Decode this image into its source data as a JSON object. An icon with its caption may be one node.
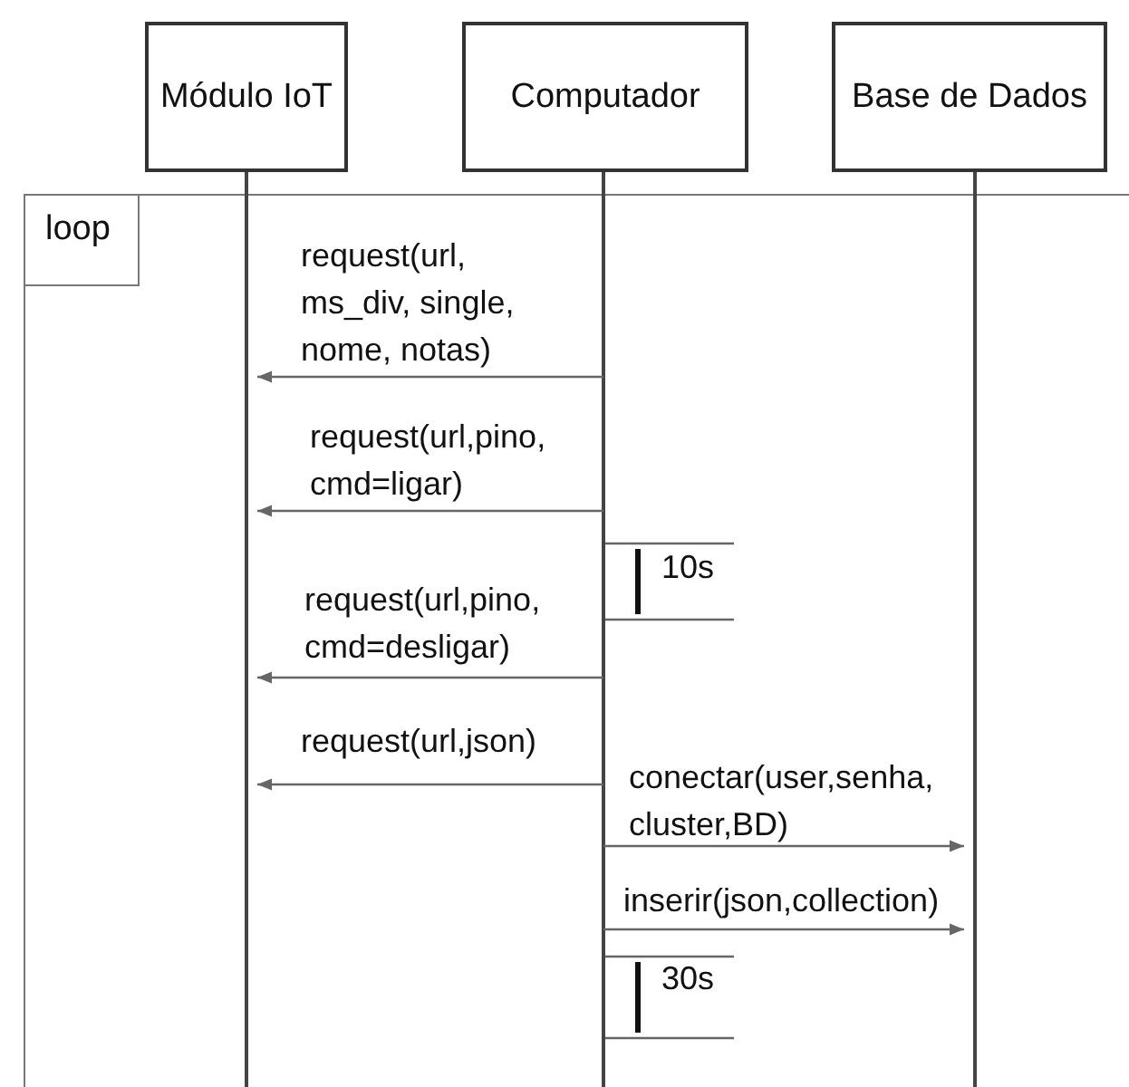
{
  "diagram": {
    "nodes": [
      {
        "text": [
          "Módulo IoT"
        ]
      },
      {
        "text": [
          "Computador"
        ]
      },
      {
        "text": [
          "Base de Dados"
        ]
      },
      {
        "text": [
          "loop"
        ]
      }
    ],
    "edges": [
      {
        "from": 1,
        "to": 0,
        "arrow": "to",
        "label": "request(url, ms_div, single, nome, notas)"
      },
      {
        "from": 1,
        "to": 0,
        "arrow": "to",
        "label": "request(url,pino, cmd=ligar)"
      },
      {
        "from": 1,
        "to": 0,
        "arrow": "to",
        "label": "request(url,pino, cmd=desligar)"
      },
      {
        "from": 1,
        "to": 0,
        "arrow": "to",
        "label": "request(url,json)"
      },
      {
        "from": 1,
        "to": 2,
        "arrow": "to",
        "label": "conectar(user,senha, cluster,BD)"
      },
      {
        "from": 1,
        "to": 2,
        "arrow": "to",
        "label": "inserir(json,collection)"
      }
    ],
    "labels": [
      "10s",
      "30s"
    ]
  }
}
